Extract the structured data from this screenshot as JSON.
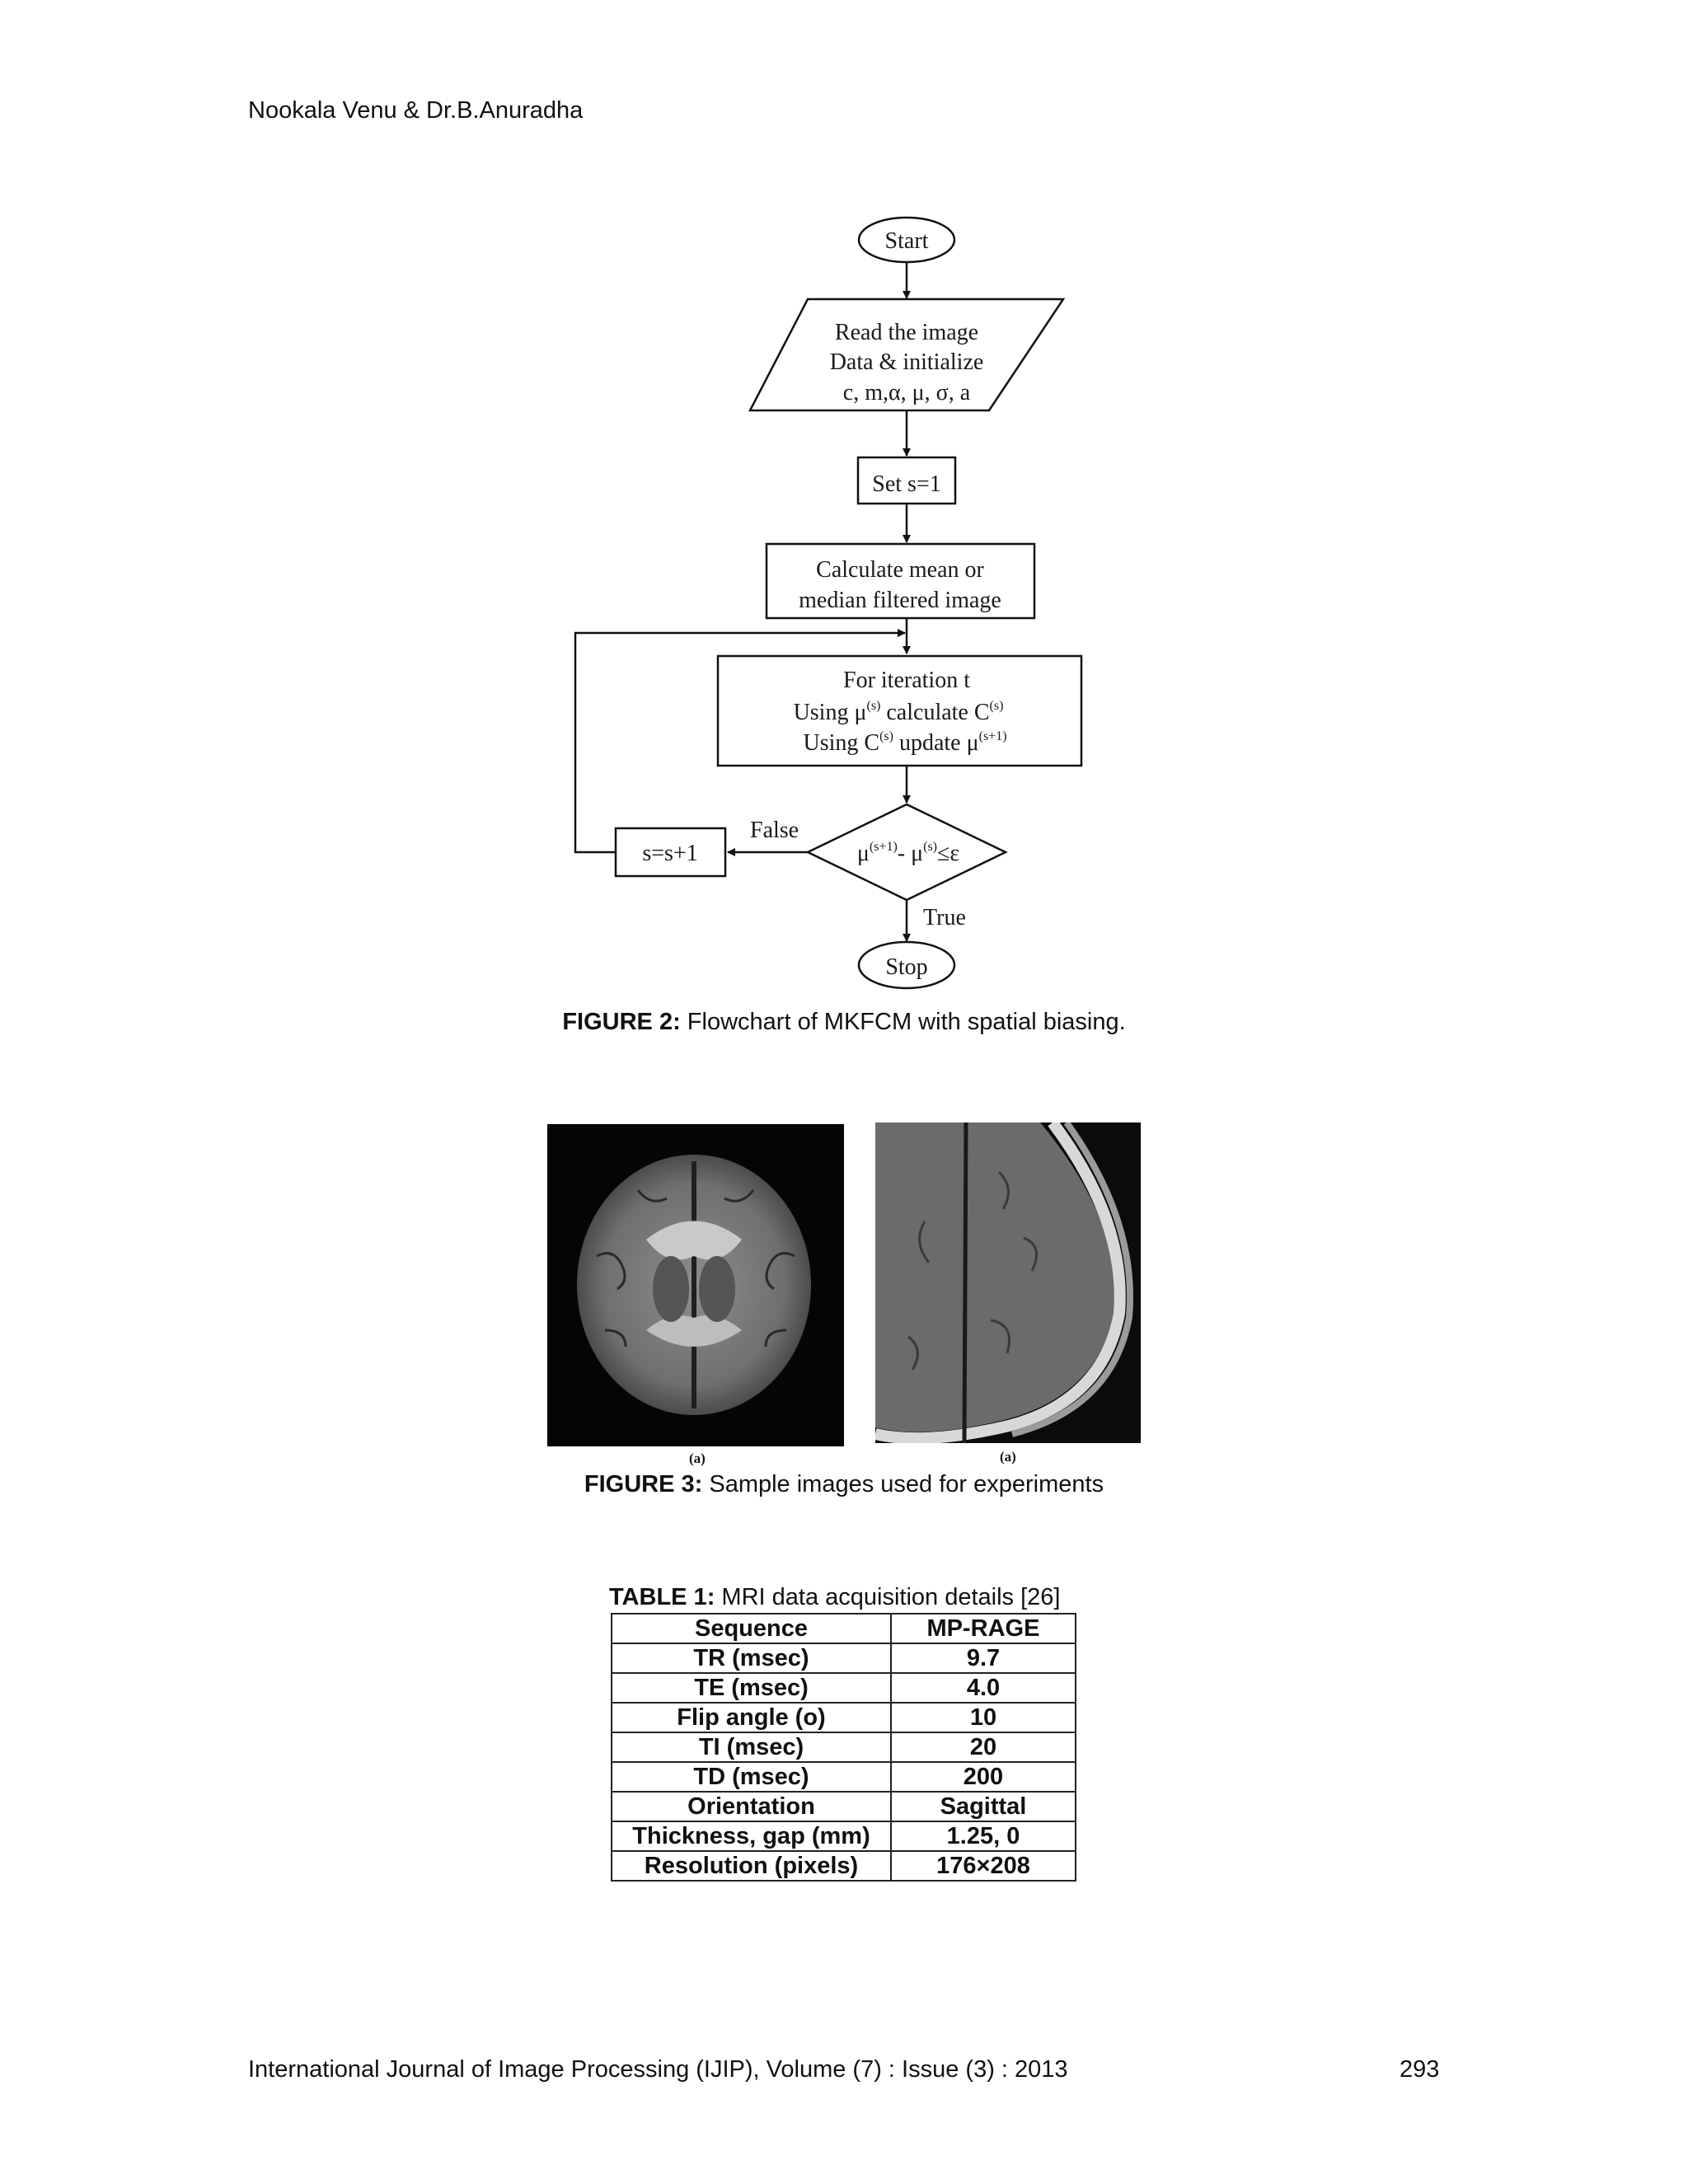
{
  "header": {
    "running_head": "Nookala Venu & Dr.B.Anuradha"
  },
  "figure2": {
    "nodes": {
      "start": "Start",
      "read_line1": "Read the image",
      "read_line2": "Data & initialize",
      "read_line3": "c, m,α, μ, σ, a",
      "set_s": "Set s=1",
      "calc_line1": "Calculate mean or",
      "calc_line2": "median filtered image",
      "iter_line1": "For iteration t",
      "iter_line2a": "Using μ",
      "iter_line2_sup1": "(s)",
      "iter_line2b": " calculate C",
      "iter_line2_sup2": "(s)",
      "iter_line3a": "Using C",
      "iter_line3_sup1": "(s)",
      "iter_line3b": " update μ",
      "iter_line3_sup2": "(s+1)",
      "decision_a": "μ",
      "decision_sup1": "(s+1)",
      "decision_b": "- μ",
      "decision_sup2": "(s)",
      "decision_c": "≤ε",
      "increment": "s=s+1",
      "false_label": "False",
      "true_label": "True",
      "stop": "Stop"
    },
    "caption_label": "FIGURE 2:",
    "caption_text": " Flowchart of MKFCM with spatial biasing."
  },
  "figure3": {
    "left_label": "(a)",
    "right_label": "(a)",
    "caption_label": "FIGURE 3:",
    "caption_text": " Sample images used for experiments"
  },
  "table1": {
    "caption_label": "TABLE 1:",
    "caption_text": " MRI data acquisition details [26]",
    "rows": [
      [
        "Sequence",
        "MP-RAGE"
      ],
      [
        "TR (msec)",
        "9.7"
      ],
      [
        "TE (msec)",
        "4.0"
      ],
      [
        "Flip angle (o)",
        "10"
      ],
      [
        "TI (msec)",
        "20"
      ],
      [
        "TD (msec)",
        "200"
      ],
      [
        "Orientation",
        "Sagittal"
      ],
      [
        "Thickness, gap (mm)",
        "1.25, 0"
      ],
      [
        "Resolution (pixels)",
        "176×208"
      ]
    ]
  },
  "footer": {
    "journal": "International Journal of Image Processing (IJIP), Volume (7) : Issue (3) : 2013",
    "page_number": "293"
  }
}
